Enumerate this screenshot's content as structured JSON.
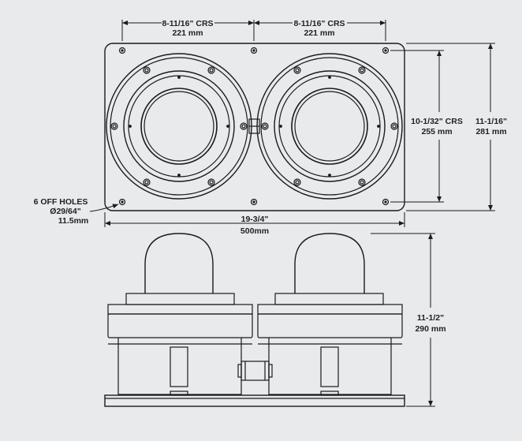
{
  "dimensions": {
    "top_left": {
      "imperial": "8-11/16\" CRS",
      "metric": "221 mm"
    },
    "top_right": {
      "imperial": "8-11/16\" CRS",
      "metric": "221 mm"
    },
    "hole_crs": {
      "imperial": "10-1/32\" CRS",
      "metric": "255 mm"
    },
    "height": {
      "imperial": "11-1/16\"",
      "metric": "281 mm"
    },
    "width": {
      "imperial": "19-3/4\"",
      "metric": "500mm"
    },
    "side_height": {
      "imperial": "11-1/2\"",
      "metric": "290 mm"
    }
  },
  "holes_note": {
    "line1": "6 OFF HOLES",
    "line2": "Ø29/64\"",
    "line3": "11.5mm"
  },
  "colors": {
    "background": "#e9eaec",
    "line": "#1a1a1a"
  }
}
